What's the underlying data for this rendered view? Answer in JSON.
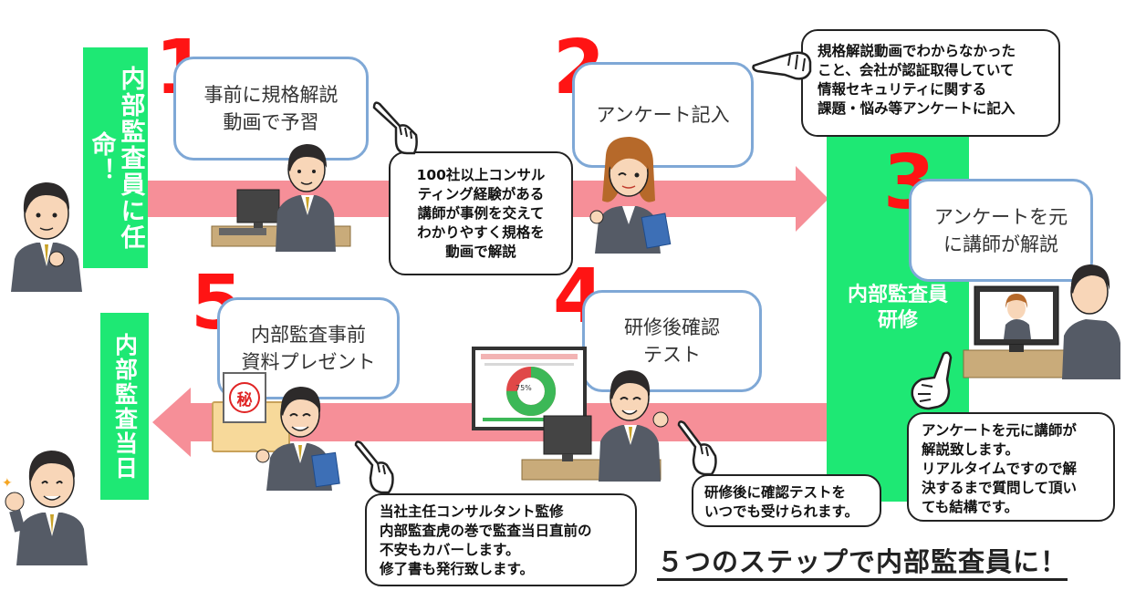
{
  "appoint_label": "内部監査員に任命！",
  "audit_day_label": "内部監査当日",
  "training_label": "内部監査員\n研修",
  "steps": [
    {
      "num": "1",
      "label": "事前に規格解説\n動画で予習"
    },
    {
      "num": "2",
      "label": "アンケート記入"
    },
    {
      "num": "3",
      "label": "アンケートを元\nに講師が解説"
    },
    {
      "num": "4",
      "label": "研修後確認\nテスト"
    },
    {
      "num": "5",
      "label": "内部監査事前\n資料プレゼント"
    }
  ],
  "bubbles": {
    "step1": "100社以上コンサル\nティング経験がある\n講師が事例を交えて\nわかりやすく規格を\n動画で解説",
    "step2": "規格解説動画でわからなかった\nこと、会社が認証取得していて\n情報セキュリティに関する\n課題・悩み等アンケートに記入",
    "step3": "アンケートを元に講師が\n解説致します。\nリアルタイムですので解\n決するまで質問して頂い\nても結構です。",
    "step4": "研修後に確認テストを\nいつでも受けられます。",
    "step5": "当社主任コンサルタント監修\n内部監査虎の巻で監査当日直前の\n不安もカバーします。\n修了書も発行致します。"
  },
  "secret_mark": "秘",
  "chart_percent": "75%",
  "footer_title": "５つのステップで内部監査員に！",
  "colors": {
    "green": "#1ee874",
    "arrow": "#f68f98",
    "number_red": "#ff1414",
    "box_border": "#7fa8d6"
  }
}
